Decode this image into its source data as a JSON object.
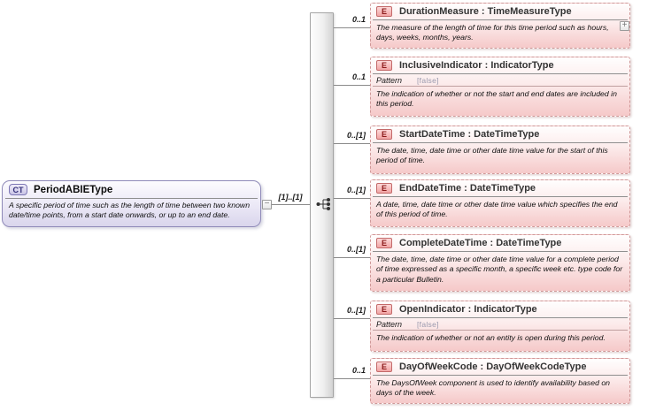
{
  "root_type": {
    "badge": "CT",
    "name": "PeriodABIEType",
    "description": "A specific period of time such as the length of time between two known date/time points, from a start date onwards, or up to an end date.",
    "collapse_glyph": "−",
    "cardinality": "[1]..[1]"
  },
  "compositor": {
    "kind": "sequence"
  },
  "labels": {
    "type_separator": " : "
  },
  "elements": [
    {
      "badge": "E",
      "name": "DurationMeasure",
      "type": "TimeMeasureType",
      "cardinality": "0..1",
      "description": "The measure of the length of time for this time period such as hours, days, weeks, months, years.",
      "expand_glyph": "+"
    },
    {
      "badge": "E",
      "name": "InclusiveIndicator",
      "type": "IndicatorType",
      "cardinality": "0..1",
      "facet_label": "Pattern",
      "facet_value": "[false]",
      "description": "The indication of whether or not the start and end dates are included in this period."
    },
    {
      "badge": "E",
      "name": "StartDateTime",
      "type": "DateTimeType",
      "cardinality": "0..[1]",
      "description": "The date, time, date time or other date time value for the start of this period of time."
    },
    {
      "badge": "E",
      "name": "EndDateTime",
      "type": "DateTimeType",
      "cardinality": "0..[1]",
      "description": "A date, time, date time or other date time value which specifies the end of this period of time."
    },
    {
      "badge": "E",
      "name": "CompleteDateTime",
      "type": "DateTimeType",
      "cardinality": "0..[1]",
      "description": "The date, time, date time or other date time value for a complete period of time expressed as a specific month, a specific week etc. type code for a particular Bulletin."
    },
    {
      "badge": "E",
      "name": "OpenIndicator",
      "type": "IndicatorType",
      "cardinality": "0..[1]",
      "facet_label": "Pattern",
      "facet_value": "[false]",
      "description": "The indication of whether or not an entity is open during this period."
    },
    {
      "badge": "E",
      "name": "DayOfWeekCode",
      "type": "DayOfWeekCodeType",
      "cardinality": "0..1",
      "description": "The DaysOfWeek component is used to identify availability based on days of the week."
    }
  ],
  "colors": {
    "element_border": "#cf9898",
    "element_fill": "#f5c9c9",
    "root_border": "#8f8ab8",
    "root_fill": "#d9d5ec",
    "badge_e_text": "#8b1a1a",
    "badge_ct_text": "#34307a",
    "connector": "#8a8a8a",
    "facet_value_text": "#9a9aae"
  }
}
